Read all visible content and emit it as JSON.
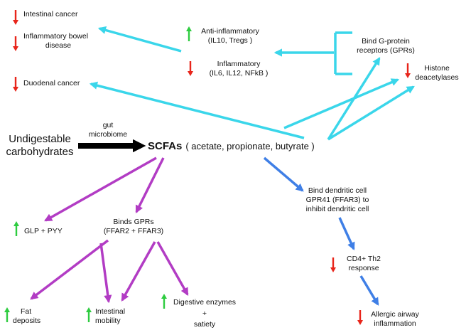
{
  "colors": {
    "up": "#2ecc40",
    "down": "#e8251b",
    "cyan": "#3ad6ea",
    "purple": "#b23cc4",
    "blue": "#3f7fe6",
    "black": "#000000"
  },
  "nodes": {
    "intestinal_cancer": "Intestinal cancer",
    "ibd_line1": "Inflammatory bowel",
    "ibd_line2": "disease",
    "duodenal_cancer": "Duodenal cancer",
    "anti_inflammatory_line1": "Anti-inflammatory",
    "anti_inflammatory_line2": "(IL10,  Tregs )",
    "inflammatory_line1": "Inflammatory",
    "inflammatory_line2": "(IL6, IL12,   NFkB )",
    "gpr_line1": "Bind G-protein",
    "gpr_line2": "receptors (GPRs)",
    "histone_line1": "Histone",
    "histone_line2": "deacetylases",
    "gut_line1": "gut",
    "gut_line2": "microbiome",
    "undigestable_line1": "Undigestable",
    "undigestable_line2": "carbohydrates",
    "scfas": "SCFAs",
    "scfas_detail": "( acetate, propionate, butyrate )",
    "dendritic_line1": "Bind dendritic cell",
    "dendritic_line2": "GPR41 (FFAR3) to",
    "dendritic_line3": "inhibit dendritic cell",
    "glp": "GLP + PYY",
    "binds_line1": "Binds GPRs",
    "binds_line2": "(FFAR2   +   FFAR3)",
    "cd4_line1": "CD4+ Th2",
    "cd4_line2": "response",
    "fat_line1": "Fat",
    "fat_line2": "deposits",
    "mobility_line1": "Intestinal",
    "mobility_line2": "mobility",
    "digestive_line1": "Digestive enzymes",
    "digestive_plus": "+",
    "digestive_line3": "satiety",
    "allergic_line1": "Allergic airway",
    "allergic_line2": "inflammation"
  },
  "indicators": [
    {
      "node": "intestinal_cancer",
      "dir": "down"
    },
    {
      "node": "ibd",
      "dir": "down"
    },
    {
      "node": "duodenal_cancer",
      "dir": "down"
    },
    {
      "node": "anti_inflammatory",
      "dir": "up"
    },
    {
      "node": "inflammatory",
      "dir": "down"
    },
    {
      "node": "histone",
      "dir": "down"
    },
    {
      "node": "glp",
      "dir": "up"
    },
    {
      "node": "cd4",
      "dir": "down"
    },
    {
      "node": "fat",
      "dir": "up"
    },
    {
      "node": "mobility",
      "dir": "up"
    },
    {
      "node": "digestive",
      "dir": "up"
    },
    {
      "node": "allergic",
      "dir": "down"
    }
  ]
}
